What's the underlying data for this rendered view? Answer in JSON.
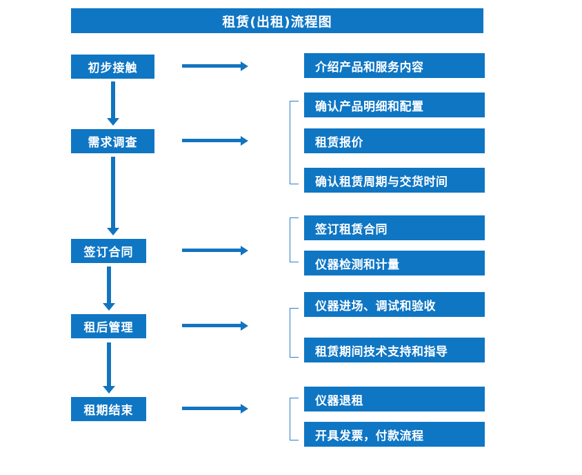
{
  "title": "租赁(出租)流程图",
  "colors": {
    "box_blue": "#0f76c4",
    "arrow_blue": "#1274bf",
    "bracket_blue": "#2f7cc0",
    "text_white": "#ffffff",
    "background": "#ffffff"
  },
  "stages": [
    {
      "label": "初步接触"
    },
    {
      "label": "需求调查"
    },
    {
      "label": "签订合同"
    },
    {
      "label": "租后管理"
    },
    {
      "label": "租期结束"
    }
  ],
  "details": [
    {
      "label": "介绍产品和服务内容"
    },
    {
      "label": "确认产品明细和配置"
    },
    {
      "label": "租赁报价"
    },
    {
      "label": "确认租赁周期与交货时间"
    },
    {
      "label": "签订租赁合同"
    },
    {
      "label": "仪器检测和计量"
    },
    {
      "label": "仪器进场、调试和验收"
    },
    {
      "label": "租赁期间技术支持和指导"
    },
    {
      "label": "仪器退租"
    },
    {
      "label": "开具发票，付款流程"
    }
  ],
  "groups": [
    {
      "stage": "初步接触",
      "items": [
        "介绍产品和服务内容"
      ],
      "bracketed": false
    },
    {
      "stage": "需求调查",
      "items": [
        "确认产品明细和配置",
        "租赁报价",
        "确认租赁周期与交货时间"
      ],
      "bracketed": true
    },
    {
      "stage": "签订合同",
      "items": [
        "签订租赁合同",
        "仪器检测和计量"
      ],
      "bracketed": true
    },
    {
      "stage": "租后管理",
      "items": [
        "仪器进场、调试和验收",
        "租赁期间技术支持和指导"
      ],
      "bracketed": true
    },
    {
      "stage": "租期结束",
      "items": [
        "仪器退租",
        "开具发票，付款流程"
      ],
      "bracketed": true
    }
  ]
}
